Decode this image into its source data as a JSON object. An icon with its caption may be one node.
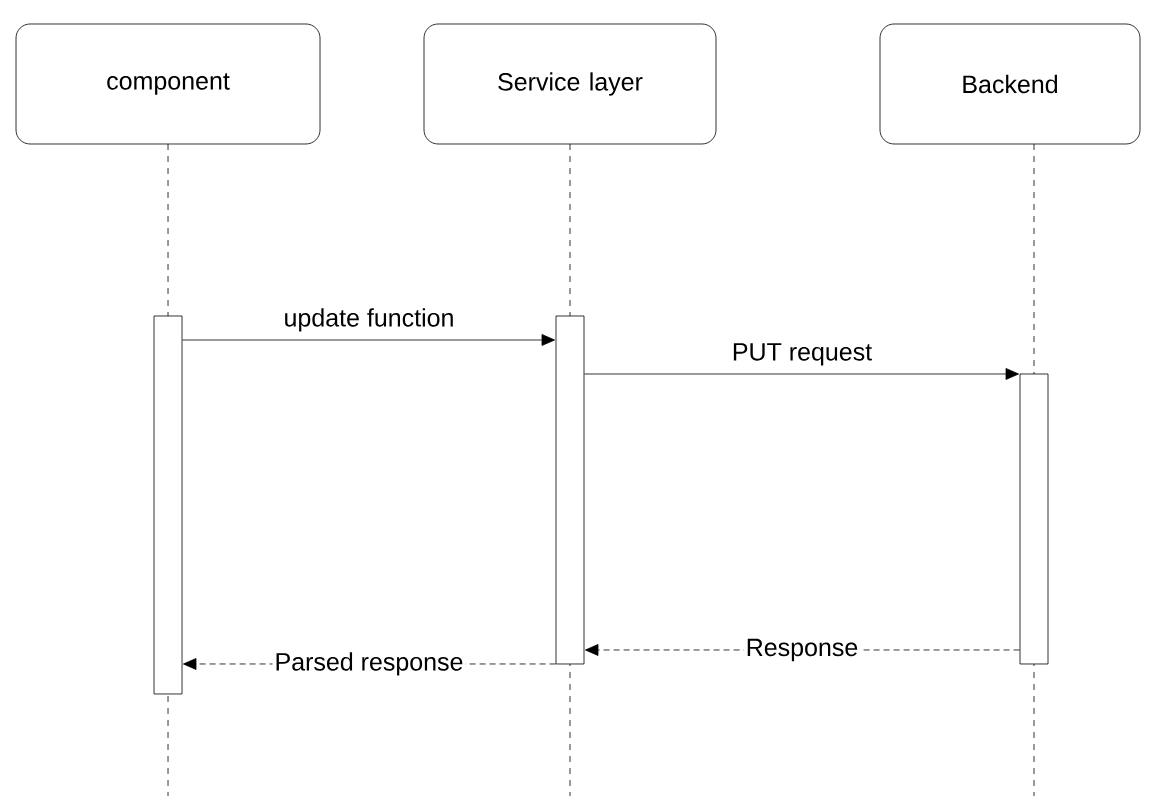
{
  "diagram": {
    "nodes": [
      {
        "text": [
          "component"
        ]
      },
      {
        "text": [
          "Service layer"
        ]
      },
      {
        "text": [
          "Backend"
        ]
      },
      {
        "text": [],
        "shape": "bar"
      },
      {
        "text": [],
        "shape": "bar"
      },
      {
        "text": [],
        "shape": "bar"
      }
    ],
    "edges": [
      {
        "from": 3,
        "to": 4,
        "arrow": "to",
        "label": "update function"
      },
      {
        "from": 4,
        "to": 5,
        "arrow": "to",
        "label": "PUT request"
      },
      {
        "from": 5,
        "to": 4,
        "arrow": "to",
        "label": "Response",
        "style": "dashed"
      },
      {
        "from": 4,
        "to": 3,
        "arrow": "to",
        "label": "Parsed response",
        "style": "dashed"
      }
    ]
  }
}
